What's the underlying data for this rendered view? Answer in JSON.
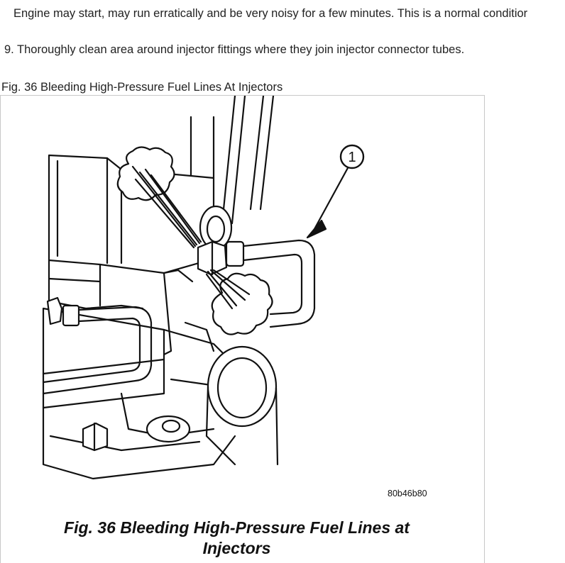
{
  "text": {
    "note": "Engine may start, may run erratically and be very noisy for a few minutes. This is a normal conditior",
    "step": "9. Thoroughly clean area around injector fittings where they join injector connector tubes.",
    "figure_caption": "Fig. 36 Bleeding High-Pressure Fuel Lines At Injectors"
  },
  "figure": {
    "callout_label": "1",
    "drawing_code": "80b46b80",
    "title": "Fig. 36 Bleeding High-Pressure Fuel Lines at Injectors"
  },
  "colors": {
    "text": "#222222",
    "line_art": "#111111",
    "figure_border": "#c8c8c8",
    "background": "#ffffff"
  }
}
